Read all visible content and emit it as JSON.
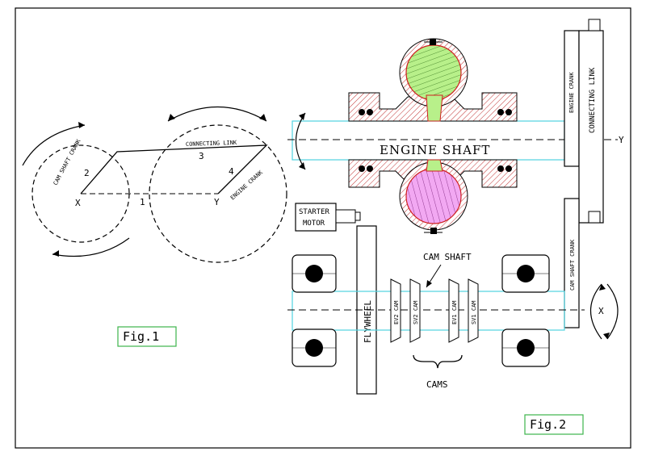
{
  "figure1": {
    "label": "Fig.1",
    "point_x": "X",
    "point_y": "Y",
    "link_numbers": [
      "1",
      "2",
      "3",
      "4"
    ],
    "cam_shaft_crank": "CAM SHAFT CRANK",
    "connecting_link": "CONNECTING LINK",
    "engine_crank": "ENGINE CRANK"
  },
  "figure2": {
    "label": "Fig.2",
    "engine_shaft": "ENGINE SHAFT",
    "axis_y": "Y",
    "axis_x": "X",
    "engine_crank": "ENGINE CRANK",
    "connecting_link": "CONNECTING LINK",
    "cam_shaft_crank": "CAM SHAFT CRANK",
    "starter_motor_line1": "STARTER",
    "starter_motor_line2": "MOTOR",
    "flywheel": "FLYWHEEL",
    "cam_shaft": "CAM SHAFT",
    "cams_label": "CAMS",
    "cam_labels": [
      "EV2 CAM",
      "SV2 CAM",
      "EV1 CAM",
      "SV1 CAM"
    ]
  },
  "colors": {
    "shaft_outline": "#4fd3e0",
    "piston_upper_fill": "#b8f08a",
    "piston_lower_fill": "#f2a8f2",
    "piston_outline": "#d02020",
    "hatch": "#c03030",
    "fig_label_border": "#3cb44b"
  }
}
